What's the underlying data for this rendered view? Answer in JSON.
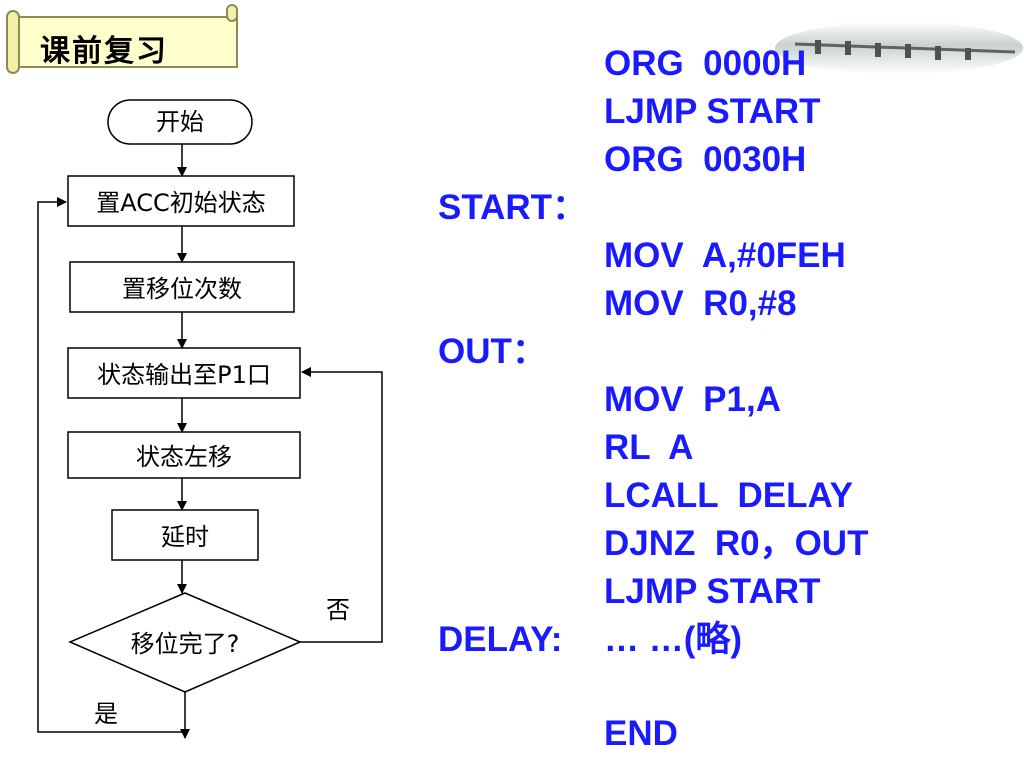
{
  "banner": {
    "title": "课前复习"
  },
  "flowchart": {
    "start": "开始",
    "steps": [
      "置ACC初始状态",
      "置移位次数",
      "状态输出至P1口",
      "状态左移",
      "延时"
    ],
    "decision": "移位完了?",
    "no_label": "否",
    "yes_label": "是"
  },
  "code": {
    "lines": [
      {
        "label": "",
        "instr": "ORG  0000H"
      },
      {
        "label": "",
        "instr": "LJMP START"
      },
      {
        "label": "",
        "instr": "ORG  0030H"
      },
      {
        "label": "START：",
        "instr": ""
      },
      {
        "label": "",
        "instr": "MOV  A,#0FEH"
      },
      {
        "label": "",
        "instr": "MOV  R0,#8"
      },
      {
        "label": "OUT：",
        "instr": ""
      },
      {
        "label": "",
        "instr": "MOV  P1,A"
      },
      {
        "label": "",
        "instr": "RL  A"
      },
      {
        "label": "",
        "instr": "LCALL  DELAY"
      },
      {
        "label": "",
        "instr": "DJNZ  R0，OUT"
      },
      {
        "label": "",
        "instr": "LJMP START"
      },
      {
        "label": "DELAY:",
        "instr": "… …(略)"
      },
      {
        "label": "",
        "instr": ""
      },
      {
        "label": "",
        "instr": "END"
      }
    ]
  },
  "colors": {
    "code": "#1a1aff",
    "banner_bg": "#ffffcc"
  }
}
